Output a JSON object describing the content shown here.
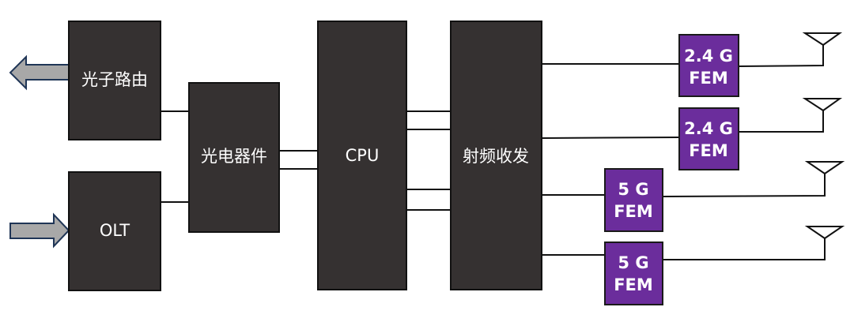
{
  "blocks": {
    "router": "光子路由",
    "olt": "OLT",
    "optoelectronic": "光电器件",
    "cpu": "CPU",
    "rf_transceiver": "射频收发"
  },
  "fems": [
    {
      "line1": "2.4 G",
      "line2": "FEM"
    },
    {
      "line1": "2.4 G",
      "line2": "FEM"
    },
    {
      "line1": "5 G",
      "line2": "FEM"
    },
    {
      "line1": "5 G",
      "line2": "FEM"
    }
  ],
  "colors": {
    "block": "#353131",
    "fem": "#6b2d9c",
    "arrow": "#a8a8a8"
  }
}
